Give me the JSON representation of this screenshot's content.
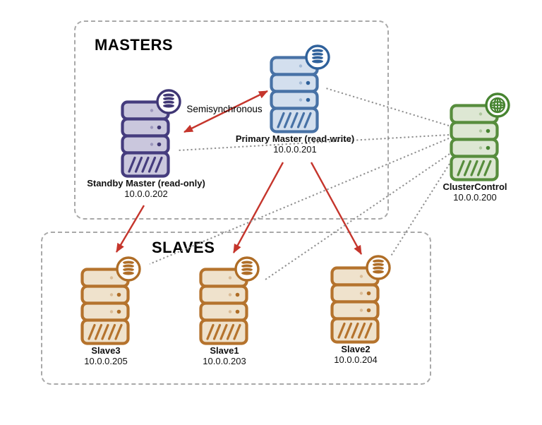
{
  "diagram": {
    "background": "#ffffff",
    "groups": {
      "masters": {
        "label": "MASTERS"
      },
      "slaves": {
        "label": "SLAVES"
      }
    },
    "nodes": [
      {
        "id": "standby-master",
        "name": "Standby Master (read-only)",
        "ip": "10.0.0.202",
        "badge": "database-icon",
        "colors": {
          "stroke": "#453c7e",
          "fill": "#cac7dd",
          "badge": "#3f3674"
        }
      },
      {
        "id": "primary-master",
        "name": "Primary Master (read-write)",
        "ip": "10.0.0.201",
        "badge": "database-icon",
        "colors": {
          "stroke": "#4872a6",
          "fill": "#d3dfee",
          "badge": "#2f619b"
        }
      },
      {
        "id": "clustercontrol",
        "name": "ClusterControl",
        "ip": "10.0.0.200",
        "badge": "globe-icon",
        "colors": {
          "stroke": "#578d3d",
          "fill": "#dde7d3",
          "badge": "#478431"
        }
      },
      {
        "id": "slave3",
        "name": "Slave3",
        "ip": "10.0.0.205",
        "badge": "database-icon",
        "colors": {
          "stroke": "#b5732d",
          "fill": "#efe2cc",
          "badge": "#af6d26"
        }
      },
      {
        "id": "slave1",
        "name": "Slave1",
        "ip": "10.0.0.203",
        "badge": "database-icon",
        "colors": {
          "stroke": "#b5732d",
          "fill": "#efe2cc",
          "badge": "#af6d26"
        }
      },
      {
        "id": "slave2",
        "name": "Slave2",
        "ip": "10.0.0.204",
        "badge": "database-icon",
        "colors": {
          "stroke": "#b5732d",
          "fill": "#efe2cc",
          "badge": "#af6d26"
        }
      }
    ],
    "edges": [
      {
        "id": "semisync",
        "from": "standby-master",
        "to": "primary-master",
        "type": "replication",
        "bidirectional": true,
        "label": "Semisynchronous"
      },
      {
        "id": "standby-to-slave3",
        "from": "standby-master",
        "to": "slave3",
        "type": "replication",
        "bidirectional": false
      },
      {
        "id": "primary-to-slave1",
        "from": "primary-master",
        "to": "slave1",
        "type": "replication",
        "bidirectional": false
      },
      {
        "id": "primary-to-slave2",
        "from": "primary-master",
        "to": "slave2",
        "type": "replication",
        "bidirectional": false
      },
      {
        "id": "cc-to-primary",
        "from": "clustercontrol",
        "to": "primary-master",
        "type": "monitoring"
      },
      {
        "id": "cc-to-standby",
        "from": "clustercontrol",
        "to": "standby-master",
        "type": "monitoring"
      },
      {
        "id": "cc-to-slave3",
        "from": "clustercontrol",
        "to": "slave3",
        "type": "monitoring"
      },
      {
        "id": "cc-to-slave1",
        "from": "clustercontrol",
        "to": "slave1",
        "type": "monitoring"
      },
      {
        "id": "cc-to-slave2",
        "from": "clustercontrol",
        "to": "slave2",
        "type": "monitoring"
      }
    ],
    "edge_colors": {
      "replication": "#c5352c",
      "monitoring": "#8f8f8f"
    },
    "box_border_color": "#a9a9a9",
    "text_color": "#000000"
  }
}
